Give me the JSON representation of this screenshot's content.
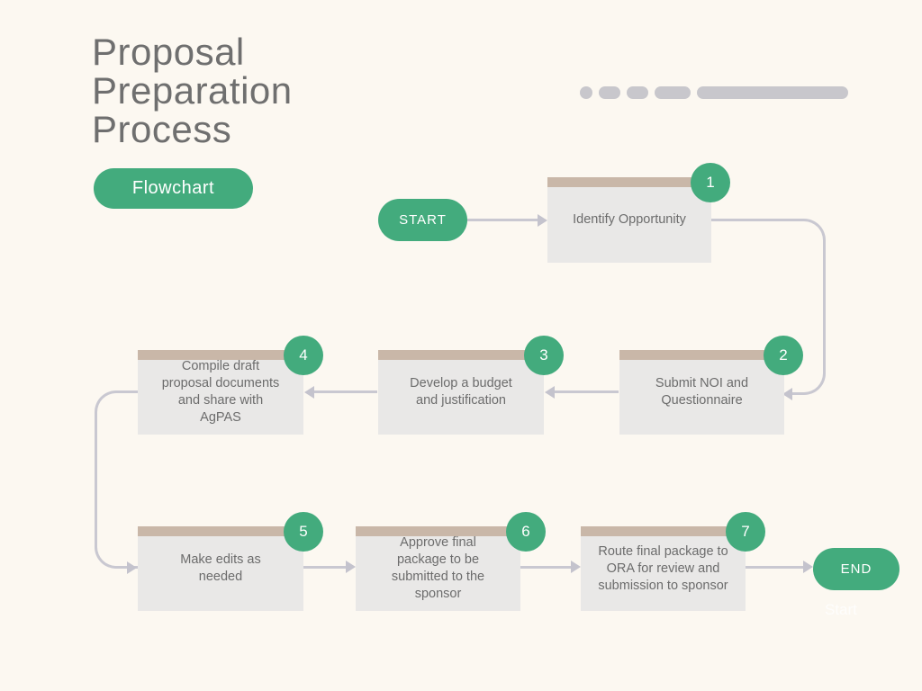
{
  "title": {
    "lines": [
      "Proposal",
      "Preparation",
      "Process"
    ]
  },
  "badge": {
    "label": "Flowchart"
  },
  "flow": {
    "start_label": "START",
    "end_label": "END",
    "steps": [
      {
        "number": "1",
        "text": "Identify Opportunity"
      },
      {
        "number": "2",
        "text": "Submit NOI and Questionnaire"
      },
      {
        "number": "3",
        "text": "Develop a budget and justification"
      },
      {
        "number": "4",
        "text": "Compile draft proposal documents and share with AgPAS"
      },
      {
        "number": "5",
        "text": "Make edits as needed"
      },
      {
        "number": "6",
        "text": "Approve final package to be submitted to the sponsor"
      },
      {
        "number": "7",
        "text": "Route final package to ORA for review and submission to sponsor"
      }
    ]
  },
  "watermark": {
    "text": "Start"
  },
  "colors": {
    "background": "#FCF8F1",
    "accent_green": "#43AB7D",
    "box_fill": "#E9E8E7",
    "box_topbar": "#C9B7A8",
    "connector": "#C9C8D1",
    "text_gray": "#6C6C6C"
  }
}
